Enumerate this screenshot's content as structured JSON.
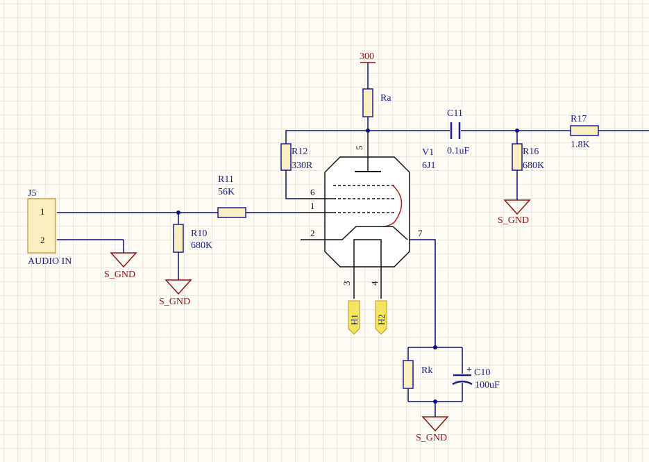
{
  "colors": {
    "wire": "#0a0a8c",
    "body_line": "#111111",
    "component": "#1b1b9c",
    "fill": "#faeebe",
    "ground": "#8e1212",
    "net_label": "#8e1212",
    "text": "#1c1c8c",
    "port_fill": "#f4e55a"
  },
  "components": {
    "j5": {
      "designator": "J5",
      "comment": "AUDIO IN",
      "pin1": "1",
      "pin2": "2"
    },
    "r10": {
      "designator": "R10",
      "value": "680K"
    },
    "r11": {
      "designator": "R11",
      "value": "56K"
    },
    "r12": {
      "designator": "R12",
      "value": "330R"
    },
    "ra": {
      "designator": "Ra"
    },
    "v1": {
      "designator": "V1",
      "value": "6J1",
      "pins": {
        "p1": "1",
        "p2": "2",
        "p3": "3",
        "p4": "4",
        "p5": "5",
        "p6": "6",
        "p7": "7"
      }
    },
    "c11": {
      "designator": "C11",
      "value": "0.1uF"
    },
    "r16": {
      "designator": "R16",
      "value": "680K"
    },
    "r17": {
      "designator": "R17",
      "value": "1.8K"
    },
    "rk": {
      "designator": "Rk"
    },
    "c10": {
      "designator": "C10",
      "value": "100uF",
      "polarity": "+"
    }
  },
  "power": {
    "supply": "300",
    "ground": "S_GND"
  },
  "ports": {
    "h1": "H1",
    "h2": "H2"
  }
}
